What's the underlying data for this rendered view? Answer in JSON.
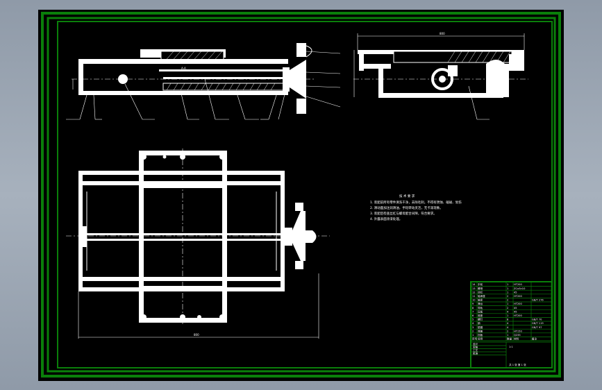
{
  "drawing": {
    "background": "#000000",
    "frame_color": "#0a7f0a",
    "line_color": "#ffffff",
    "notes": {
      "heading": "技 术 要 求",
      "lines": [
        "1. 装配前所有零件清洗干净，去除毛刺，不得有锈蚀、磕碰、划伤",
        "2. 滑动面加注润滑油，手轮转动灵活，无卡滞现象。",
        "3. 装配后检查丝杠与螺母配合间隙，符合要求。",
        "4. 外露表面涂漆处理。"
      ]
    },
    "dimension_labels": {
      "side_view_width": "800",
      "top_view_width": "800",
      "front_label": "A-A"
    },
    "title_block": {
      "parts_rows": [
        [
          "14",
          "手轮",
          "1",
          "HT200",
          ""
        ],
        [
          "13",
          "螺母",
          "1",
          "ZCuSn10",
          ""
        ],
        [
          "12",
          "丝杠",
          "1",
          "45",
          ""
        ],
        [
          "11",
          "轴承座",
          "2",
          "HT200",
          ""
        ],
        [
          "10",
          "轴承",
          "2",
          "",
          "GB/T 276"
        ],
        [
          "9",
          "滑台",
          "1",
          "HT200",
          ""
        ],
        [
          "8",
          "导轨",
          "2",
          "45",
          ""
        ],
        [
          "7",
          "压板",
          "4",
          "45",
          ""
        ],
        [
          "6",
          "底座",
          "1",
          "HT200",
          ""
        ],
        [
          "5",
          "螺钉",
          "8",
          "",
          "GB/T 70"
        ],
        [
          "4",
          "销",
          "4",
          "",
          "GB/T 119"
        ],
        [
          "3",
          "垫圈",
          "4",
          "",
          "GB/T 97"
        ],
        [
          "2",
          "端盖",
          "2",
          "HT150",
          ""
        ],
        [
          "1",
          "挡板",
          "1",
          "Q235",
          ""
        ]
      ],
      "header": [
        "序号",
        "名称",
        "数量",
        "材料",
        "备注"
      ],
      "name_cells": [
        "设计",
        "审核",
        "工艺",
        "批准"
      ],
      "sheet": "共 1 张 第 1 张",
      "scale": "1:1"
    }
  }
}
